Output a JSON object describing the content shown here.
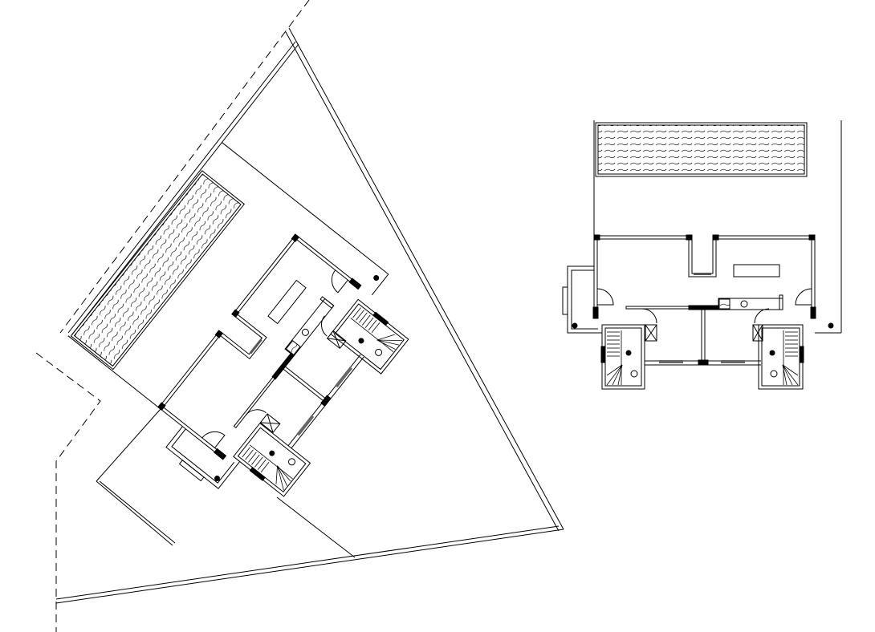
{
  "colors": {
    "line": "#000000",
    "background": "#ffffff",
    "wall": "#111111"
  },
  "drawings": [
    {
      "name": "site-plan",
      "icon": "rotated-floor-plan"
    },
    {
      "name": "floor-plan",
      "icon": "floor-plan"
    }
  ]
}
